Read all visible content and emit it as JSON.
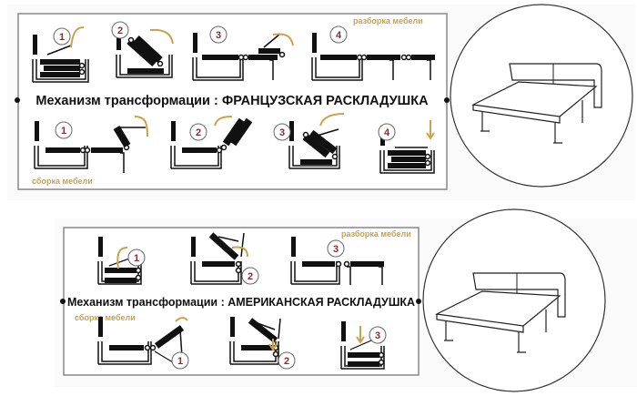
{
  "panel_french": {
    "title": "Механизм трансформации : ФРАНЦУЗСКАЯ РАСКЛАДУШКА",
    "unfold_label": "разборка мебели",
    "fold_label": "сборка мебели",
    "unfold_steps": [
      "1",
      "2",
      "3",
      "4"
    ],
    "fold_steps": [
      "1",
      "2",
      "3",
      "4"
    ]
  },
  "panel_american": {
    "title": "Механизм трансформации : АМЕРИКАНСКАЯ РАСКЛАДУШКА",
    "unfold_label": "разборка мебели",
    "fold_label": "сборка мебели",
    "unfold_steps": [
      "1",
      "2",
      "3"
    ],
    "fold_steps": [
      "1",
      "2",
      "3"
    ]
  },
  "colors": {
    "arrow": "#c9a24a",
    "number": "#8b2c2c",
    "frame": "#888888"
  }
}
